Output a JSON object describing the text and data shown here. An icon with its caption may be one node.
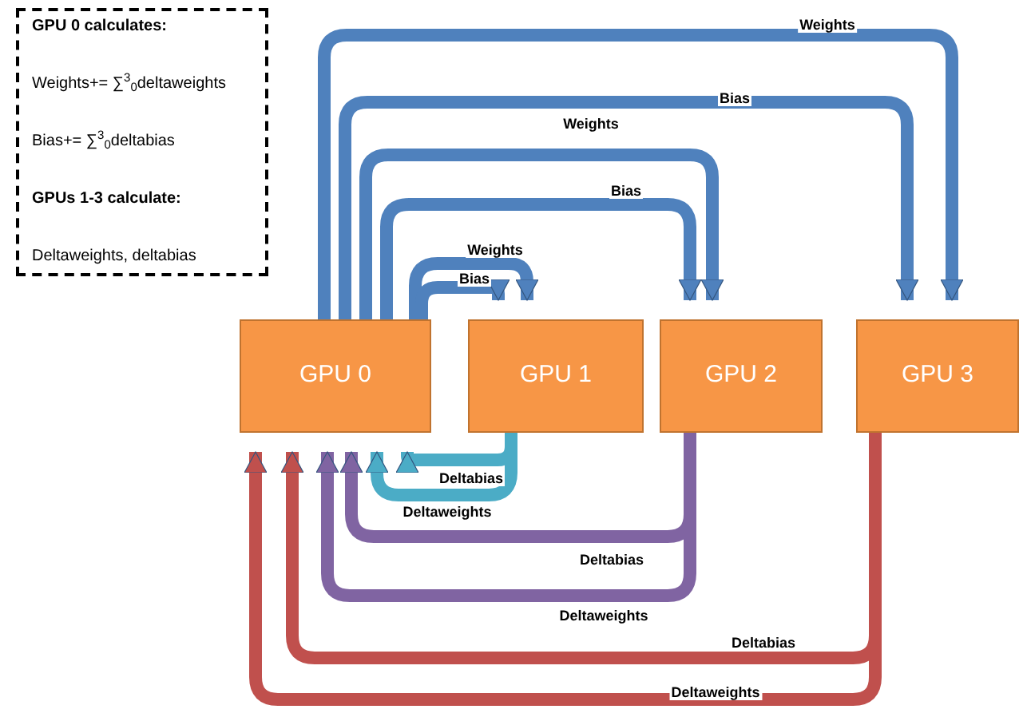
{
  "diagram": {
    "nodes": [
      {
        "text": [
          "GPU 0 calculates:",
          "Weights+= ∑$^{3}$$_{0}$deltaweights",
          "Bias+= ∑$^{3}$$_{0}$deltabias",
          "GPUs 1-3 calculate:",
          "Deltaweights, deltabias"
        ]
      },
      {
        "text": [
          "GPU 0"
        ]
      },
      {
        "text": [
          "GPU 1"
        ]
      },
      {
        "text": [
          "GPU 2"
        ]
      },
      {
        "text": [
          "GPU 3"
        ]
      }
    ],
    "edges": [
      {
        "from": 1,
        "to": 4,
        "arrow": "to",
        "label": "Weights"
      },
      {
        "from": 1,
        "to": 4,
        "arrow": "to",
        "label": "Bias"
      },
      {
        "from": 1,
        "to": 3,
        "arrow": "to",
        "label": "Weights"
      },
      {
        "from": 1,
        "to": 3,
        "arrow": "to",
        "label": "Bias"
      },
      {
        "from": 1,
        "to": 2,
        "arrow": "to",
        "label": "Weights"
      },
      {
        "from": 1,
        "to": 2,
        "arrow": "to",
        "label": "Bias"
      },
      {
        "from": 2,
        "to": 1,
        "arrow": "to",
        "label": "Deltabias",
        "color": "#4bacc6"
      },
      {
        "from": 2,
        "to": 1,
        "arrow": "to",
        "label": "Deltaweights",
        "color": "#4bacc6"
      },
      {
        "from": 3,
        "to": 1,
        "arrow": "to",
        "label": "Deltabias",
        "color": "#8064a2"
      },
      {
        "from": 3,
        "to": 1,
        "arrow": "to",
        "label": "Deltaweights",
        "color": "#8064a2"
      },
      {
        "from": 4,
        "to": 1,
        "arrow": "to",
        "label": "Deltabias",
        "color": "#c0504d"
      },
      {
        "from": 4,
        "to": 1,
        "arrow": "to",
        "label": "Deltaweights",
        "color": "#c0504d"
      }
    ]
  }
}
